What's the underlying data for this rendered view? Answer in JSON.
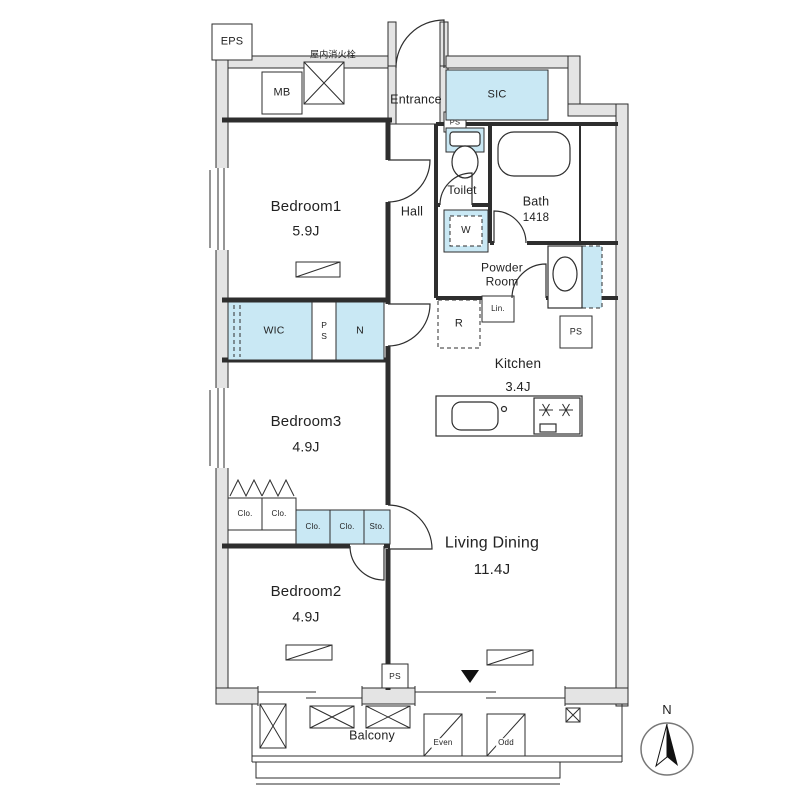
{
  "plan": {
    "rooms": {
      "entrance": "Entrance",
      "sic": "SIC",
      "toilet": "Toilet",
      "hall": "Hall",
      "bath_name": "Bath",
      "bath_size": "1418",
      "powder_room": "Powder Room",
      "bedroom1_name": "Bedroom1",
      "bedroom1_size": "5.9J",
      "bedroom2_name": "Bedroom2",
      "bedroom2_size": "4.9J",
      "bedroom3_name": "Bedroom3",
      "bedroom3_size": "4.9J",
      "kitchen_name": "Kitchen",
      "kitchen_size": "3.4J",
      "living_dining_name": "Living Dining",
      "living_dining_size": "11.4J",
      "wic": "WIC",
      "balcony": "Balcony"
    },
    "labels": {
      "eps": "EPS",
      "mb": "MB",
      "fire_hydrant": "屋内消火栓",
      "ps": "PS",
      "lin": "Lin.",
      "washer": "W",
      "nando": "N",
      "refrigerator": "R",
      "closet": "Clo.",
      "storage": "Sto.",
      "even": "Even",
      "odd": "Odd",
      "north": "N"
    },
    "colors": {
      "storage_fill": "#c9e8f4",
      "wall_fill": "#e4e4e4",
      "line": "#2e2e2e"
    }
  }
}
